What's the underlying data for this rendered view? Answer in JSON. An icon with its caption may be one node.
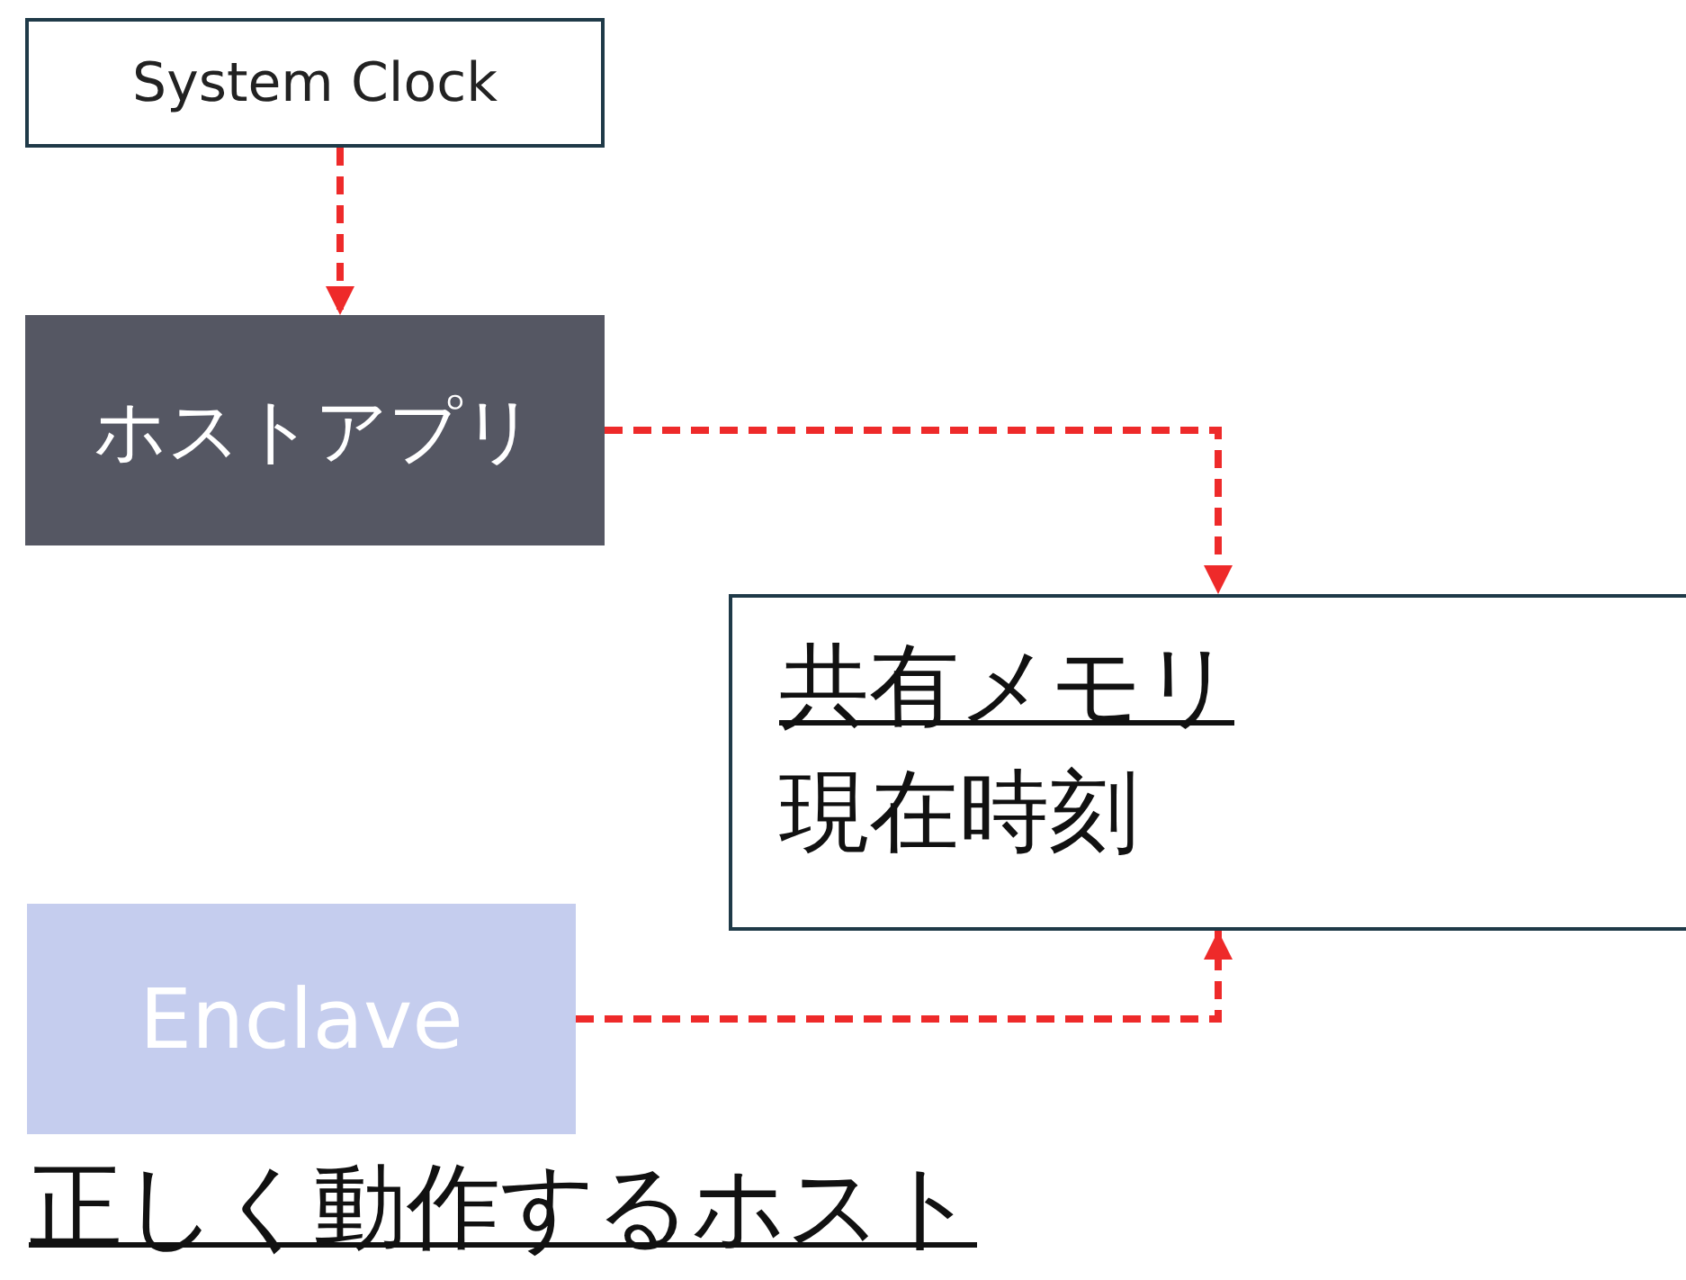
{
  "diagram": {
    "nodes": [
      {
        "text": [
          "System Clock"
        ]
      },
      {
        "text": [
          "ホストアプリ"
        ]
      },
      {
        "text": [
          "共有メモリ",
          "現在時刻"
        ]
      },
      {
        "text": [
          "Enclave"
        ]
      }
    ],
    "edges": [
      {
        "from": 0,
        "to": 1,
        "arrow": "to",
        "style": "dashed"
      },
      {
        "from": 1,
        "to": 2,
        "arrow": "to",
        "style": "dashed"
      },
      {
        "from": 3,
        "to": 2,
        "arrow": "to",
        "style": "dashed"
      }
    ],
    "labels": [
      "正しく動作するホスト"
    ]
  }
}
